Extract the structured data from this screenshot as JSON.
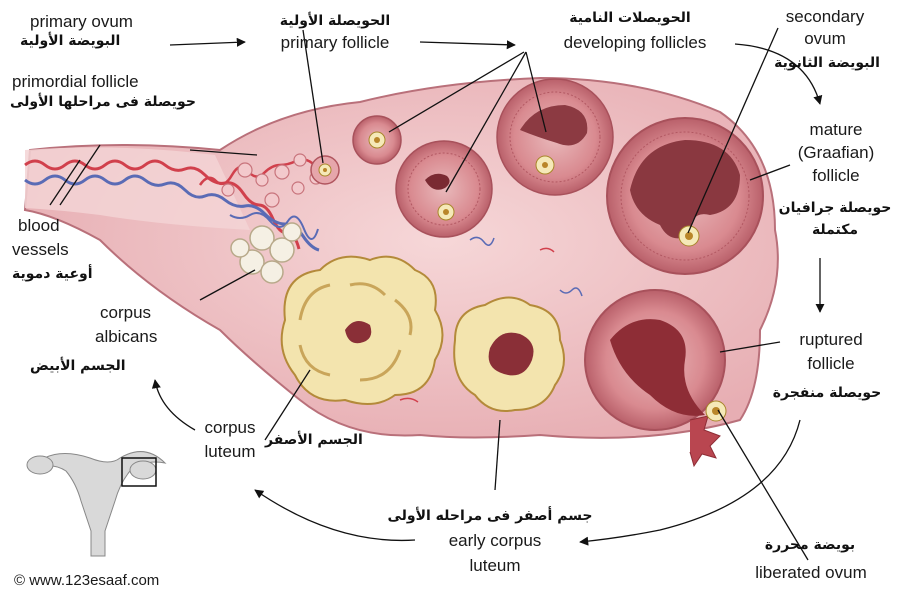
{
  "labels": {
    "primary_ovum_en": "primary ovum",
    "primary_ovum_ar": "البويضة الأولية",
    "primary_follicle_ar": "الحويصلة الأولية",
    "primary_follicle_en": "primary follicle",
    "developing_follicles_ar": "الحويصلات النامية",
    "developing_follicles_en": "developing follicles",
    "secondary_ovum_en_1": "secondary",
    "secondary_ovum_en_2": "ovum",
    "secondary_ovum_ar": "البويضة الثانوية",
    "primordial_follicle_en": "primordial follicle",
    "primordial_follicle_ar": "حويصلة فى مراحلها الأولى",
    "mature_follicle_en_1": "mature",
    "mature_follicle_en_2": "(Graafian)",
    "mature_follicle_en_3": "follicle",
    "mature_follicle_ar_1": "حويصلة جرافيان",
    "mature_follicle_ar_2": "مكتملة",
    "blood_vessels_en_1": "blood",
    "blood_vessels_en_2": "vessels",
    "blood_vessels_ar": "أوعية دموية",
    "corpus_albicans_en_1": "corpus",
    "corpus_albicans_en_2": "albicans",
    "corpus_albicans_ar": "الجسم الأبيض",
    "ruptured_follicle_en_1": "ruptured",
    "ruptured_follicle_en_2": "follicle",
    "ruptured_follicle_ar": "حويصلة منفجرة",
    "corpus_luteum_en_1": "corpus",
    "corpus_luteum_en_2": "luteum",
    "corpus_luteum_ar": "الجسم الأصفر",
    "early_corpus_luteum_ar": "جسم أصفر فى مراحله الأولى",
    "early_corpus_luteum_en_1": "early corpus",
    "early_corpus_luteum_en_2": "luteum",
    "liberated_ovum_ar": "بويضة محررة",
    "liberated_ovum_en": "liberated ovum"
  },
  "copyright": "© www.123esaaf.com",
  "colors": {
    "ovary_fill": "#efc3c6",
    "ovary_edge": "#b9707a",
    "follicle": "#c56e75",
    "artery": "#d1404c",
    "vein": "#5a6bb5",
    "corpus_albicans": "#f5f0e4",
    "corpus_luteum": "#f3e4ae"
  }
}
